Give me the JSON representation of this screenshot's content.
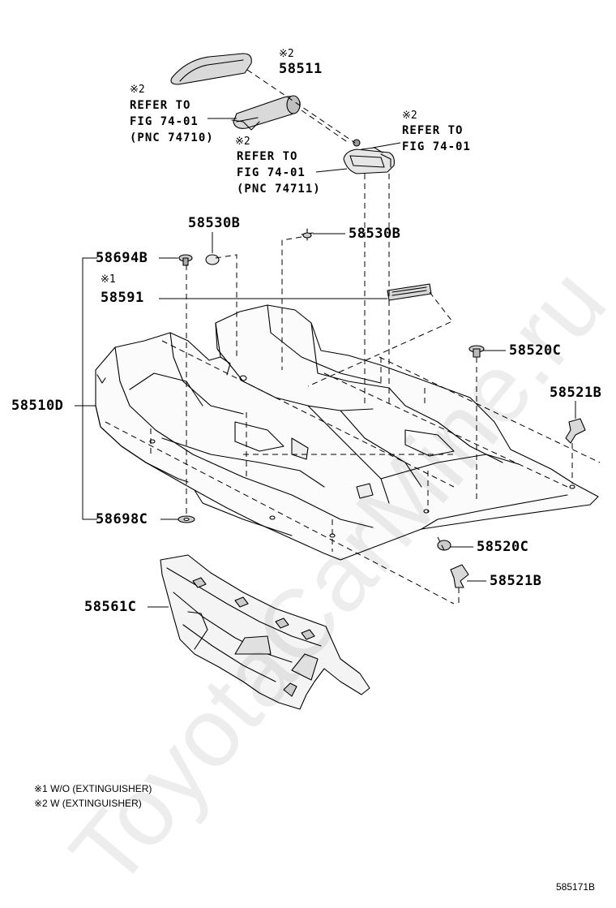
{
  "watermark": "ToyotaCarMine.ru",
  "labels": {
    "p58511": "58511",
    "p58530b_a": "58530B",
    "p58530b_b": "58530B",
    "p58694b": "58694B",
    "p58591": "58591",
    "p58520c_a": "58520C",
    "p58521b_a": "58521B",
    "p58510d": "58510D",
    "p58698c": "58698C",
    "p58520c_b": "58520C",
    "p58521b_b": "58521B",
    "p58561c": "58561C"
  },
  "marks": {
    "m58511": "※2",
    "mref1": "※2",
    "mref2": "※2",
    "mref3": "※2",
    "m58591": "※1"
  },
  "refs": {
    "ref1": [
      "REFER TO",
      "FIG 74-01",
      "(PNC 74710)"
    ],
    "ref2": [
      "REFER TO",
      "FIG 74-01",
      "(PNC 74711)"
    ],
    "ref3": [
      "REFER TO",
      "FIG 74-01"
    ]
  },
  "legend": [
    "※1  W/O (EXTINGUISHER)",
    "※2  W (EXTINGUISHER)"
  ],
  "figure_id": "585171B"
}
